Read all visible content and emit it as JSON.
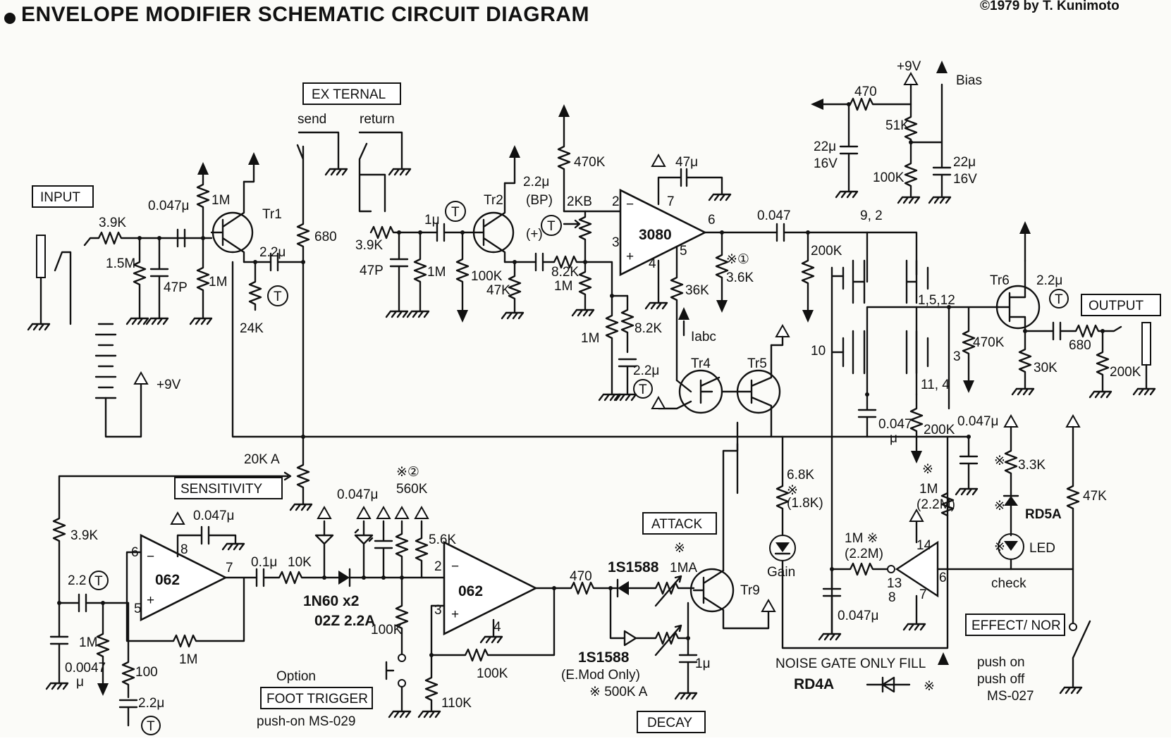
{
  "header": {
    "title": "ENVELOPE MODIFIER SCHEMATIC CIRCUIT DIAGRAM",
    "copyright": "©1979 by T. Kunimoto"
  },
  "boxes": {
    "input": "INPUT",
    "external": "EX TERNAL",
    "output": "OUTPUT",
    "sensitivity": "SENSITIVITY",
    "attack": "ATTACK",
    "decay": "DECAY",
    "foot_trigger": "FOOT TRIGGER",
    "effect_nor": "EFFECT/ NOR"
  },
  "ics": {
    "ota": "3080",
    "op1": "062",
    "op2": "062"
  },
  "transistors": {
    "tr1": "Tr1",
    "tr2": "Tr2",
    "tr4": "Tr4",
    "tr5": "Tr5",
    "tr6": "Tr6",
    "tr9": "Tr9"
  },
  "labels": {
    "send": "send",
    "return": "return",
    "plus9v_top": "+9V",
    "plus9v_batt": "+9V",
    "bias": "Bias",
    "r3_9k_a": "3.9K",
    "r1_5m": "1.5M",
    "c47p_a": "47P",
    "c0_047_a": "0.047μ",
    "r1m_a": "1M",
    "r1m_b": "1M",
    "r24k": "24K",
    "c2_2_a": "2.2μ",
    "t_a": "T",
    "r680_a": "680",
    "r3_9k_b": "3.9K",
    "c47p_b": "47P",
    "r1m_c": "1M",
    "c1u": "1μ",
    "t_b": "T",
    "r100k_a": "100K",
    "r47k_a": "47K",
    "r470k_a": "470K",
    "c2_2_bp": "2.2μ",
    "bp": "(BP)",
    "t_c": "T",
    "cplus": "(+)",
    "r2kb": "2KB",
    "r8_2k_a": "8.2K",
    "r1m_d": "1M",
    "r1m_e": "1M",
    "r8_2k_b": "8.2K",
    "c2_2_b": "2.2μ",
    "t_d": "T",
    "c47u": "47μ",
    "pin2": "2",
    "pin3": "3",
    "pin7": "7",
    "pin4": "4",
    "pin5": "5",
    "pin6": "6",
    "r36k": "36K",
    "iabc": "Iabc",
    "r3_6k": "3.6K",
    "mark1": "※①",
    "c0_047_b": "0.047",
    "r200k_a": "200K",
    "r470_a": "470",
    "r51k": "51K",
    "r100k_b": "100K",
    "c22u_a": "22μ",
    "v16_a": "16V",
    "c22u_b": "22μ",
    "v16_b": "16V",
    "p9_2": "9, 2",
    "p1_5_12": "1,5,12",
    "p10": "10",
    "p11_4": "11, 4",
    "p3": "3",
    "c0_047_c": "0.047",
    "mu_c": "μ",
    "r200k_b": "200K",
    "c2_2_c": "2.2μ",
    "t_e": "T",
    "r470k_b": "470K",
    "r30k": "30K",
    "r680_b": "680",
    "r200k_c": "200K",
    "c0_047_d": "0.047μ",
    "r3_3k": "3.3K",
    "rd5a": "RD5A",
    "led": "LED",
    "r47k_b": "47K",
    "r1m_f": "1M",
    "r2_2m_a": "(2.2M)",
    "mark_x": "※",
    "r6_8k": "6.8K",
    "r1_8k": "(1.8K)",
    "gain": "Gain",
    "r1m_g": "1M ※",
    "r2_2m_b": "(2.2M)",
    "p13_8": "13\n8",
    "p14": "14",
    "p7b": "7",
    "p6b": "6",
    "check": "check",
    "c0_047_e": "0.047μ",
    "noise_gate": "NOISE GATE ONLY FILL",
    "rd4a": "RD4A",
    "push_on": "push on",
    "push_off": "push off",
    "ms027": "MS-027",
    "r20k_a": "20K A",
    "r3_9k_c": "3.9K",
    "c2_2_d": "2.2",
    "t_f": "T",
    "c0_0047": "0.0047",
    "mu_f": "μ",
    "r1m_h": "1M",
    "r1m_i": "1M",
    "r100": "100",
    "c2_2_e": "2.2μ",
    "t_g": "T",
    "c0_047_f": "0.047μ",
    "pin8": "8",
    "pin6b": "6",
    "pin5b": "5",
    "pin7c": "7",
    "c0_1u": "0.1μ",
    "r10k": "10K",
    "d1n60": "1N60 x2",
    "d02z": "02Z 2.2A",
    "c0_047_g": "0.047μ",
    "mark2": "※②",
    "r560k": "560K",
    "r5_6k": "5.6K",
    "r100k_c": "100K",
    "r100k_d": "100K",
    "r110k": "110K",
    "pin2c": "2",
    "pin3c": "3",
    "pin4c": "4",
    "option": "Option",
    "push_on_ms029": "push-on MS-029",
    "r470_b": "470",
    "d1s1588_a": "1S1588",
    "r1ma": "1MA",
    "d1s1588_b": "1S1588",
    "emod": "(E.Mod Only)",
    "r500ka": "※ 500K A",
    "c1u_b": "1μ"
  }
}
